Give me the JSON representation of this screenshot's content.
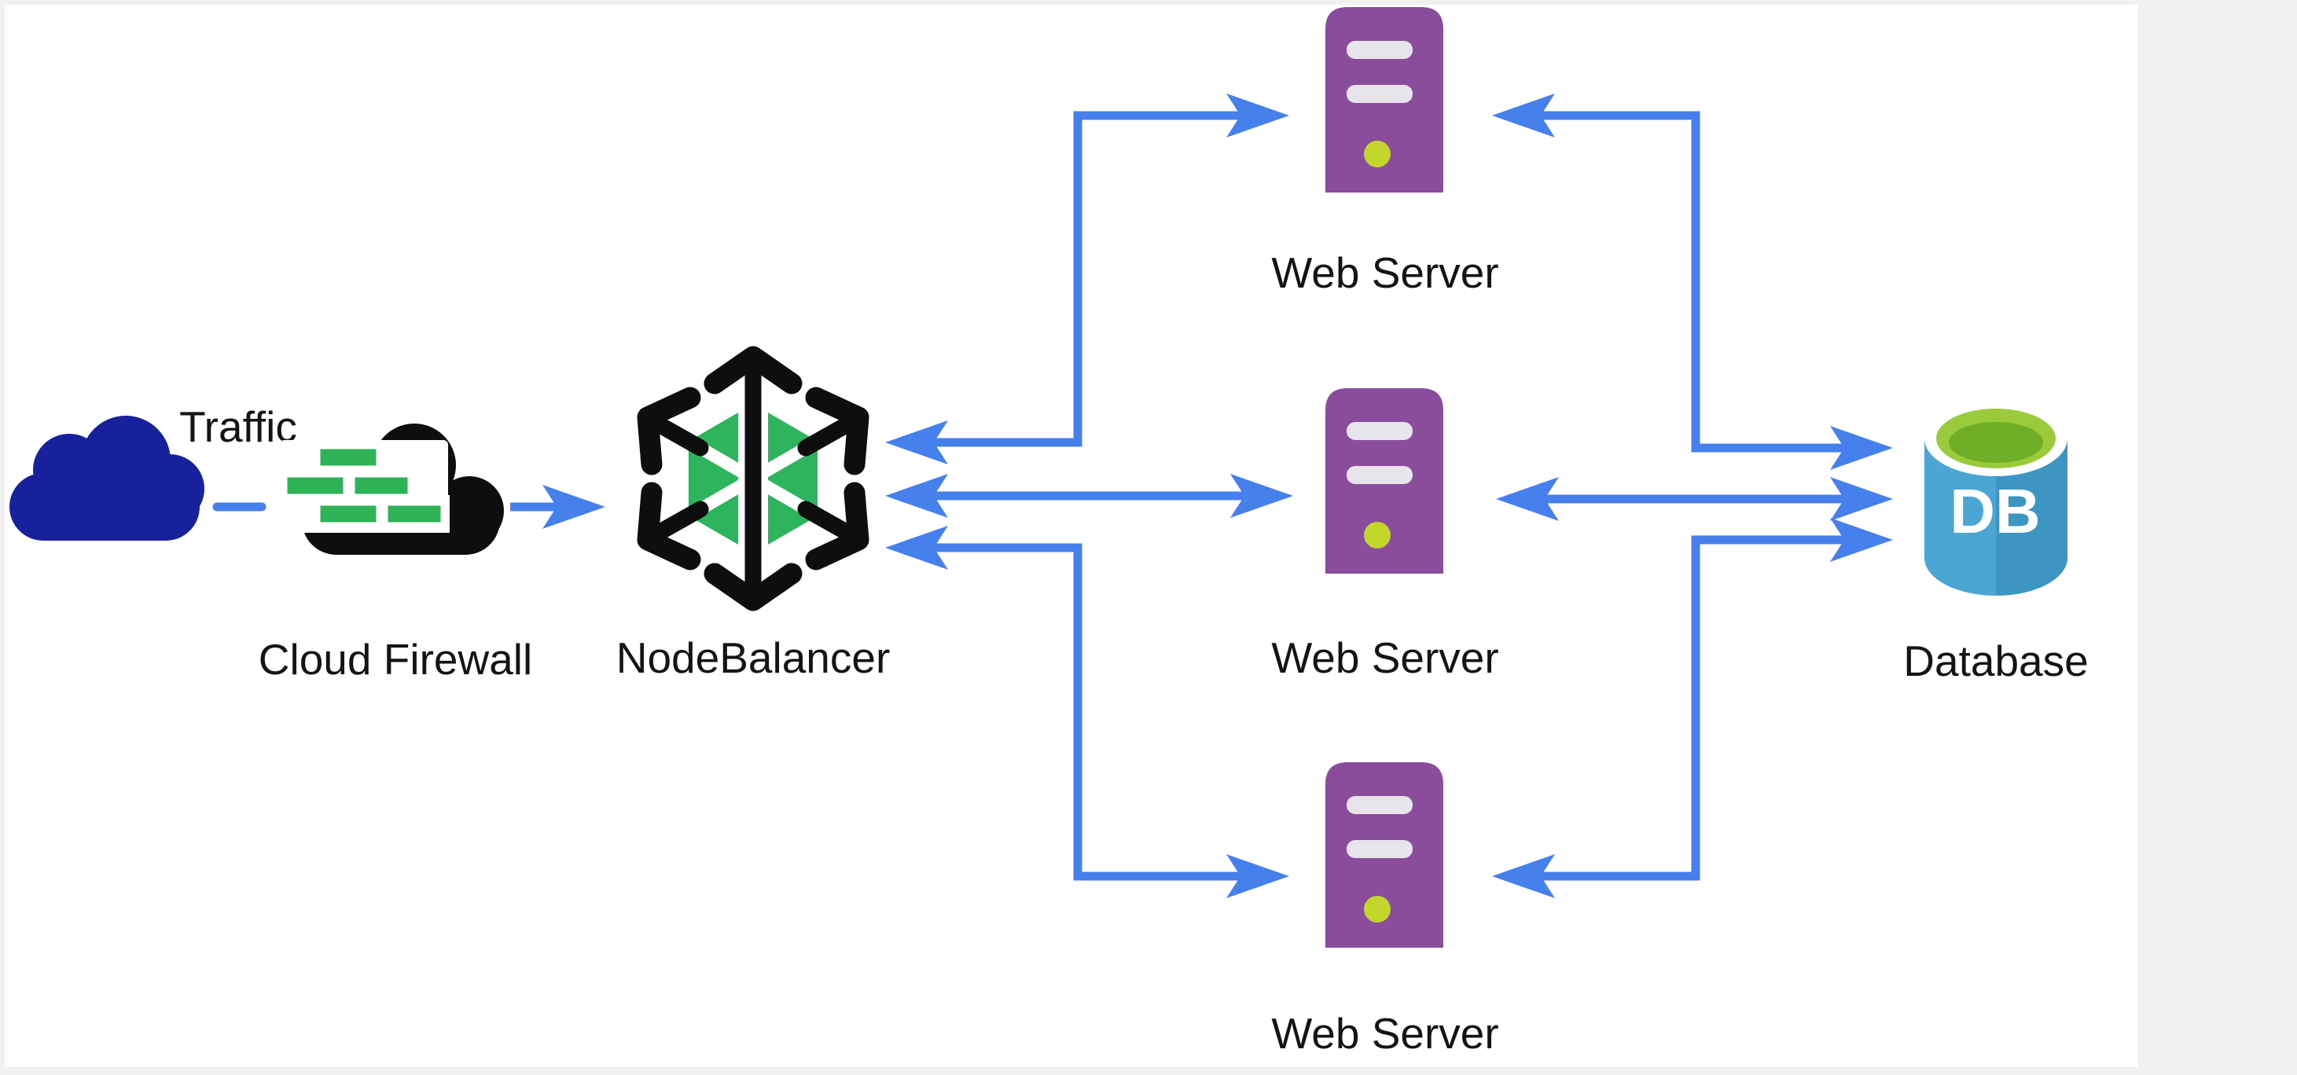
{
  "window": {
    "background": "#f1f1f2",
    "canvas": "#ffffff"
  },
  "diagram": {
    "labels": {
      "traffic": "Traffic",
      "cloud_firewall": "Cloud Firewall",
      "nodebalancer": "NodeBalancer",
      "web_server_top": "Web Server",
      "web_server_middle": "Web Server",
      "web_server_bottom": "Web Server",
      "database": "Database",
      "db_badge": "DB"
    },
    "nodes": [
      {
        "id": "traffic",
        "label": "Traffic",
        "icon": "cloud-icon"
      },
      {
        "id": "cloud-firewall",
        "label": "Cloud Firewall",
        "icon": "firewall-brick-cloud-icon"
      },
      {
        "id": "nodebalancer",
        "label": "NodeBalancer",
        "icon": "nodebalancer-hexagon-arrows-icon"
      },
      {
        "id": "web-server-1",
        "label": "Web Server",
        "icon": "server-tower-icon"
      },
      {
        "id": "web-server-2",
        "label": "Web Server",
        "icon": "server-tower-icon"
      },
      {
        "id": "web-server-3",
        "label": "Web Server",
        "icon": "server-tower-icon"
      },
      {
        "id": "database",
        "label": "Database",
        "icon": "database-cylinder-icon"
      }
    ],
    "connections": [
      {
        "from": "traffic",
        "to": "cloud-firewall",
        "style": "dashed",
        "arrows": "none"
      },
      {
        "from": "cloud-firewall",
        "to": "nodebalancer",
        "style": "solid",
        "arrows": "forward"
      },
      {
        "from": "nodebalancer",
        "to": "web-server-1",
        "style": "solid",
        "arrows": "both"
      },
      {
        "from": "nodebalancer",
        "to": "web-server-2",
        "style": "solid",
        "arrows": "both"
      },
      {
        "from": "nodebalancer",
        "to": "web-server-3",
        "style": "solid",
        "arrows": "both"
      },
      {
        "from": "web-server-1",
        "to": "database",
        "style": "solid",
        "arrows": "both"
      },
      {
        "from": "web-server-2",
        "to": "database",
        "style": "solid",
        "arrows": "both"
      },
      {
        "from": "web-server-3",
        "to": "database",
        "style": "solid",
        "arrows": "both"
      }
    ],
    "colors": {
      "bg": "#f1f1f2",
      "canvas": "#ffffff",
      "label": "#141414",
      "arrow": "#4680ec",
      "ink": "#0e0e0e",
      "cloud": "#16219b",
      "brick_green": "#2fb357",
      "nb_green": "#2eb45c",
      "server_purple": "#8a4d9c",
      "server_slot": "#e7e5eb",
      "server_led": "#c3d62b",
      "db_blue_light": "#4ba6d4",
      "db_blue_dark": "#3d95c2",
      "db_top_green": "#9acb3c",
      "db_top_green_dark": "#70ae27"
    }
  }
}
